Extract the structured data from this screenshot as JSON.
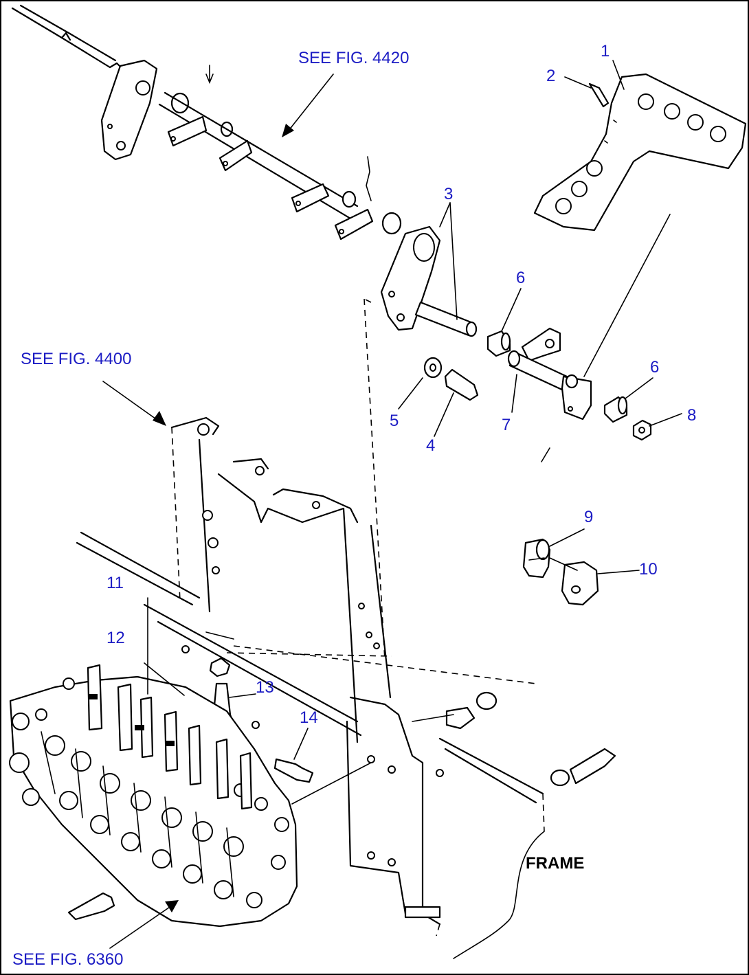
{
  "references": {
    "fig4420": "SEE FIG. 4420",
    "fig4400": "SEE FIG. 4400",
    "fig6360": "SEE FIG. 6360"
  },
  "frame_label": "FRAME",
  "callouts": [
    "1",
    "2",
    "3",
    "4",
    "5",
    "6",
    "6",
    "7",
    "8",
    "9",
    "10",
    "11",
    "12",
    "13",
    "14"
  ],
  "colors": {
    "callout": "#1c1cc4",
    "line": "#000000",
    "background": "#ffffff"
  }
}
